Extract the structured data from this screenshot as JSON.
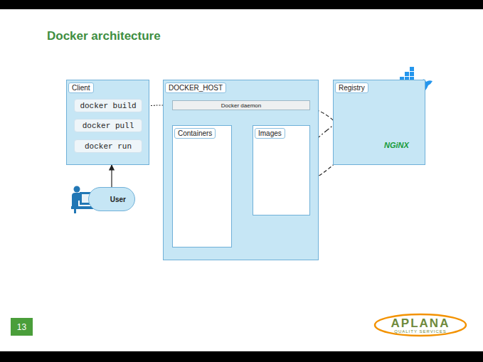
{
  "diagram": {
    "title": "Docker architecture",
    "nodes": [
      {
        "text": [
          "Client"
        ]
      },
      {
        "text": [
          "docker build"
        ],
        "in": 0
      },
      {
        "text": [
          "docker pull"
        ],
        "in": 0
      },
      {
        "text": [
          "docker run"
        ],
        "in": 0
      },
      {
        "text": [
          "User"
        ]
      },
      {
        "text": [
          "DOCKER_HOST"
        ]
      },
      {
        "text": [
          "Docker daemon"
        ],
        "in": 5
      },
      {
        "text": [
          "Containers"
        ],
        "in": 5
      },
      {
        "text": [
          "Images"
        ],
        "in": 5
      },
      {
        "text": [
          "Registry"
        ]
      }
    ],
    "edges": [
      {
        "from": 4,
        "to": 0,
        "arrow": "to"
      },
      {
        "from": 1,
        "to": 6,
        "arrow": "none"
      },
      {
        "from": 2,
        "to": 6,
        "arrow": "none"
      },
      {
        "from": 3,
        "to": 6,
        "arrow": "none"
      }
    ],
    "labels": [
      "NGiNX",
      "13",
      "APLANA",
      "QUALITY SERVICES"
    ]
  }
}
